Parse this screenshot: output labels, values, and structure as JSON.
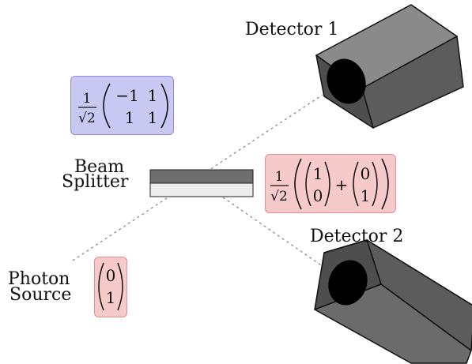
{
  "labels": {
    "detector1": "Detector 1",
    "detector2": "Detector 2",
    "beam_line1": "Beam",
    "beam_line2": "Splitter",
    "photon_line1": "Photon",
    "photon_line2": "Source"
  },
  "hadamard_matrix": {
    "prefactor_num": "1",
    "prefactor_den": "√2",
    "row1": [
      "−1",
      "1"
    ],
    "row2": [
      "1",
      "1"
    ]
  },
  "input_state": {
    "top": "0",
    "bottom": "1"
  },
  "output_state": {
    "prefactor_num": "1",
    "prefactor_den": "√2",
    "vec1": [
      "1",
      "0"
    ],
    "plus": "+",
    "vec2": [
      "0",
      "1"
    ]
  },
  "colors": {
    "blue_box_fill": "#c8c8f2",
    "blue_box_border": "#8c8cd6",
    "red_box_fill": "#f7caca",
    "red_box_border": "#e08e8e",
    "splitter_dark": "#6e6e6e",
    "splitter_light": "#ececec",
    "detector_body": "#6b6b6b",
    "detector_side": "#8a8a8a",
    "detector_face": "#4e4e4e",
    "beam_line": "#8a8a8a"
  }
}
